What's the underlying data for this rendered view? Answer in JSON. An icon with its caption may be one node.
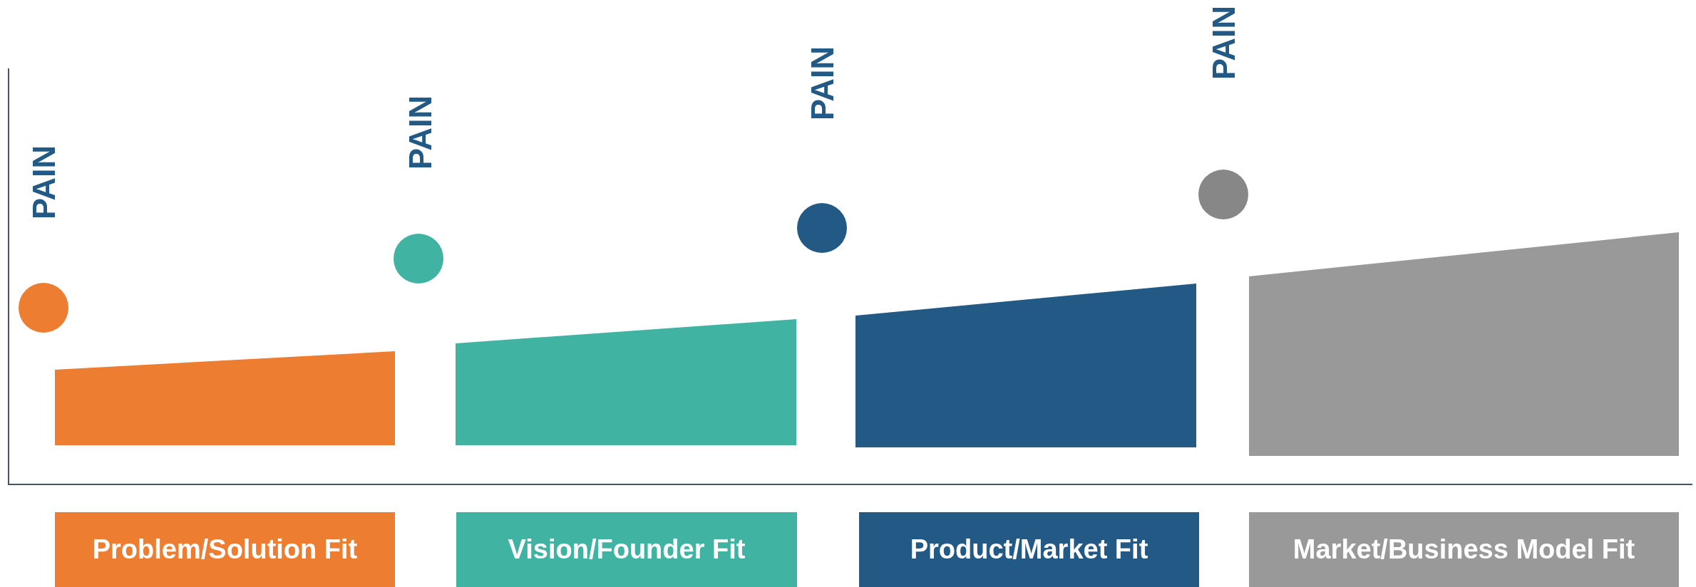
{
  "diagram": {
    "nodes": [
      {
        "text": [
          "Problem/Solution Fit"
        ]
      },
      {
        "text": [
          "Vision/Founder Fit"
        ]
      },
      {
        "text": [
          "Product/Market Fit"
        ]
      },
      {
        "text": [
          "Market/Business Model Fit"
        ]
      }
    ],
    "labels": [
      "PAIN",
      "PAIN",
      "PAIN",
      "PAIN"
    ]
  }
}
